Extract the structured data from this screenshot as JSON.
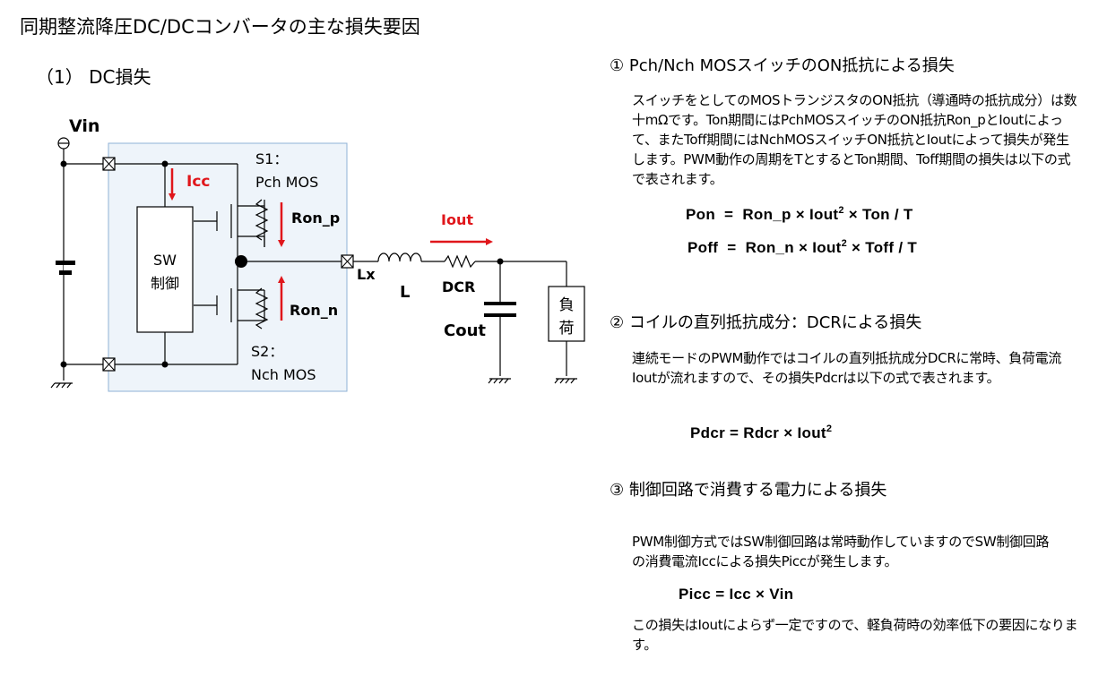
{
  "title": "同期整流降圧DC/DCコンバータの主な損失要因",
  "subtitle": "（1） DC損失",
  "circuit": {
    "vin": "Vin",
    "icc": "Icc",
    "s1_line1": "S1：",
    "s1_line2": "Pch MOS",
    "ron_p": "Ron_p",
    "sw_line1": "SW",
    "sw_line2": "制御",
    "ron_n": "Ron_n",
    "s2_line1": "S2：",
    "s2_line2": "Nch MOS",
    "iout": "Iout",
    "lx": "Lx",
    "l": "L",
    "dcr": "DCR",
    "cout": "Cout",
    "load_line1": "負",
    "load_line2": "荷",
    "colors": {
      "panel": "#eef4fa",
      "panel_border": "#8fb2d6",
      "arrow": "#e0161b"
    }
  },
  "sections": [
    {
      "heading": "① Pch/Nch MOSスイッチのON抵抗による損失",
      "body": "スイッチをとしてのMOSトランジスタのON抵抗（導通時の抵抗成分）は数十mΩです。Ton期間にはPchMOSスイッチのON抵抗Ron_pとIoutによって、またToff期間にはNchMOSスイッチON抵抗とIoutによって損失が発生します。PWM動作の周期をTとするとTon期間、Toff期間の損失は以下の式で表されます。",
      "formulas": [
        {
          "lhs": "Pon",
          "rhs": "Ron_p × Iout",
          "exp": "2",
          "tail": " × Ton / T"
        },
        {
          "lhs": "Poff",
          "rhs": "Ron_n × Iout",
          "exp": "2",
          "tail": " × Toff / T"
        }
      ]
    },
    {
      "heading": "② コイルの直列抵抗成分：DCRによる損失",
      "body": "連続モードのPWM動作ではコイルの直列抵抗成分DCRに常時、負荷電流Ioutが流れますので、その損失Pdcrは以下の式で表されます。",
      "formula": {
        "lhs": "Pdcr",
        "rhs": "Rdcr × Iout",
        "exp": "2"
      }
    },
    {
      "heading": "③ 制御回路で消費する電力による損失",
      "body": "PWM制御方式ではSW制御回路は常時動作していますのでSW制御回路の消費電流Iccによる損失Piccが発生します。",
      "formula": {
        "lhs": "Picc",
        "rhs": "Icc ×  Vin"
      },
      "note": "この損失はIoutによらず一定ですので、軽負荷時の効率低下の要因になります。"
    }
  ]
}
